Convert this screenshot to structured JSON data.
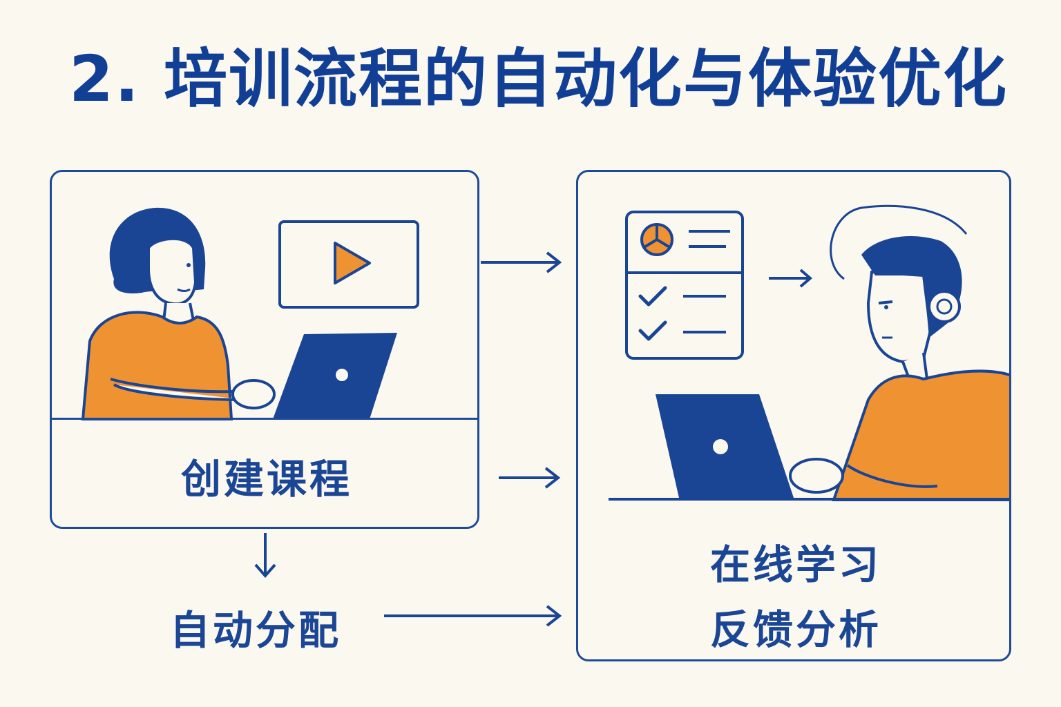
{
  "title": "2. 培训流程的自动化与体验优化",
  "left_panel": {
    "caption": "创建课程"
  },
  "below_left": {
    "caption": "自动分配"
  },
  "right_panel": {
    "caption_1": "在线学习",
    "caption_2": "反馈分析"
  },
  "icons": [
    "woman-icon",
    "video-play-icon",
    "laptop-icon",
    "checklist-icon",
    "pie-chart-icon",
    "man-headphones-icon",
    "laptop-icon"
  ],
  "colors": {
    "blue": "#1a4494",
    "orange": "#ef9232",
    "background": "#fbf8ef"
  }
}
